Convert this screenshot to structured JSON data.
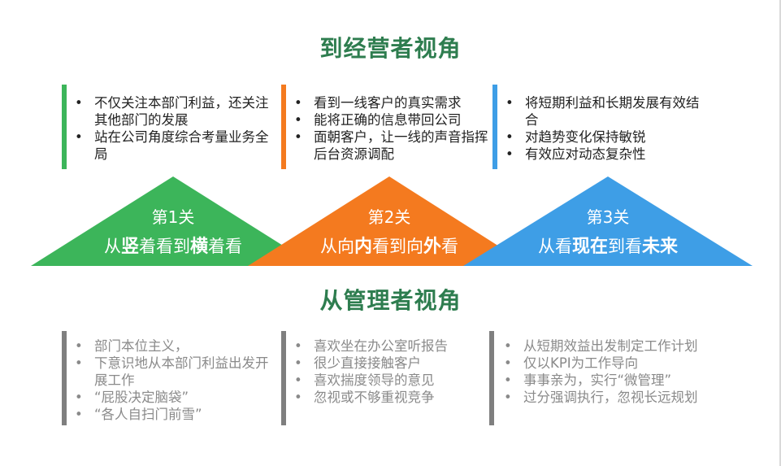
{
  "titles": {
    "top": "到经营者视角",
    "bottom": "从管理者视角"
  },
  "colors": {
    "green": "#3cb55a",
    "orange": "#f47a1f",
    "blue": "#3e9ee6",
    "gray": "#7f7f7f",
    "title": "#2e7d4f"
  },
  "top_boxes": [
    {
      "points": [
        "不仅关注本部门利益，还关注其他部门的发展",
        "站在公司角度综合考量业务全局"
      ]
    },
    {
      "points": [
        "看到一线客户的真实需求",
        "能将正确的信息带回公司",
        "面朝客户，让一线的声音指挥后台资源调配"
      ]
    },
    {
      "points": [
        "将短期利益和长期发展有效结合",
        "对趋势变化保持敏锐",
        "有效应对动态复杂性"
      ]
    }
  ],
  "stages": [
    {
      "label": "第1关",
      "motto": [
        [
          "从",
          false
        ],
        [
          "竖",
          true
        ],
        [
          "着看到",
          false
        ],
        [
          "横",
          true
        ],
        [
          "着看",
          false
        ]
      ]
    },
    {
      "label": "第2关",
      "motto": [
        [
          "从向",
          false
        ],
        [
          "内",
          true
        ],
        [
          "看到向",
          false
        ],
        [
          "外",
          true
        ],
        [
          "看",
          false
        ]
      ]
    },
    {
      "label": "第3关",
      "motto": [
        [
          "从看",
          false
        ],
        [
          "现在",
          true
        ],
        [
          "到看",
          false
        ],
        [
          "未来",
          true
        ]
      ]
    }
  ],
  "bottom_boxes": [
    {
      "points": [
        "部门本位主义，",
        "下意识地从本部门利益出发开展工作",
        "“屁股决定脑袋”",
        "“各人自扫门前雪”"
      ]
    },
    {
      "points": [
        "喜欢坐在办公室听报告",
        "很少直接接触客户",
        "喜欢揣度领导的意见",
        "忽视或不够重视竞争"
      ]
    },
    {
      "points": [
        "从短期效益出发制定工作计划",
        "仅以KPI为工作导向",
        "事事亲为，实行“微管理”",
        "过分强调执行，忽视长远规划"
      ]
    }
  ]
}
